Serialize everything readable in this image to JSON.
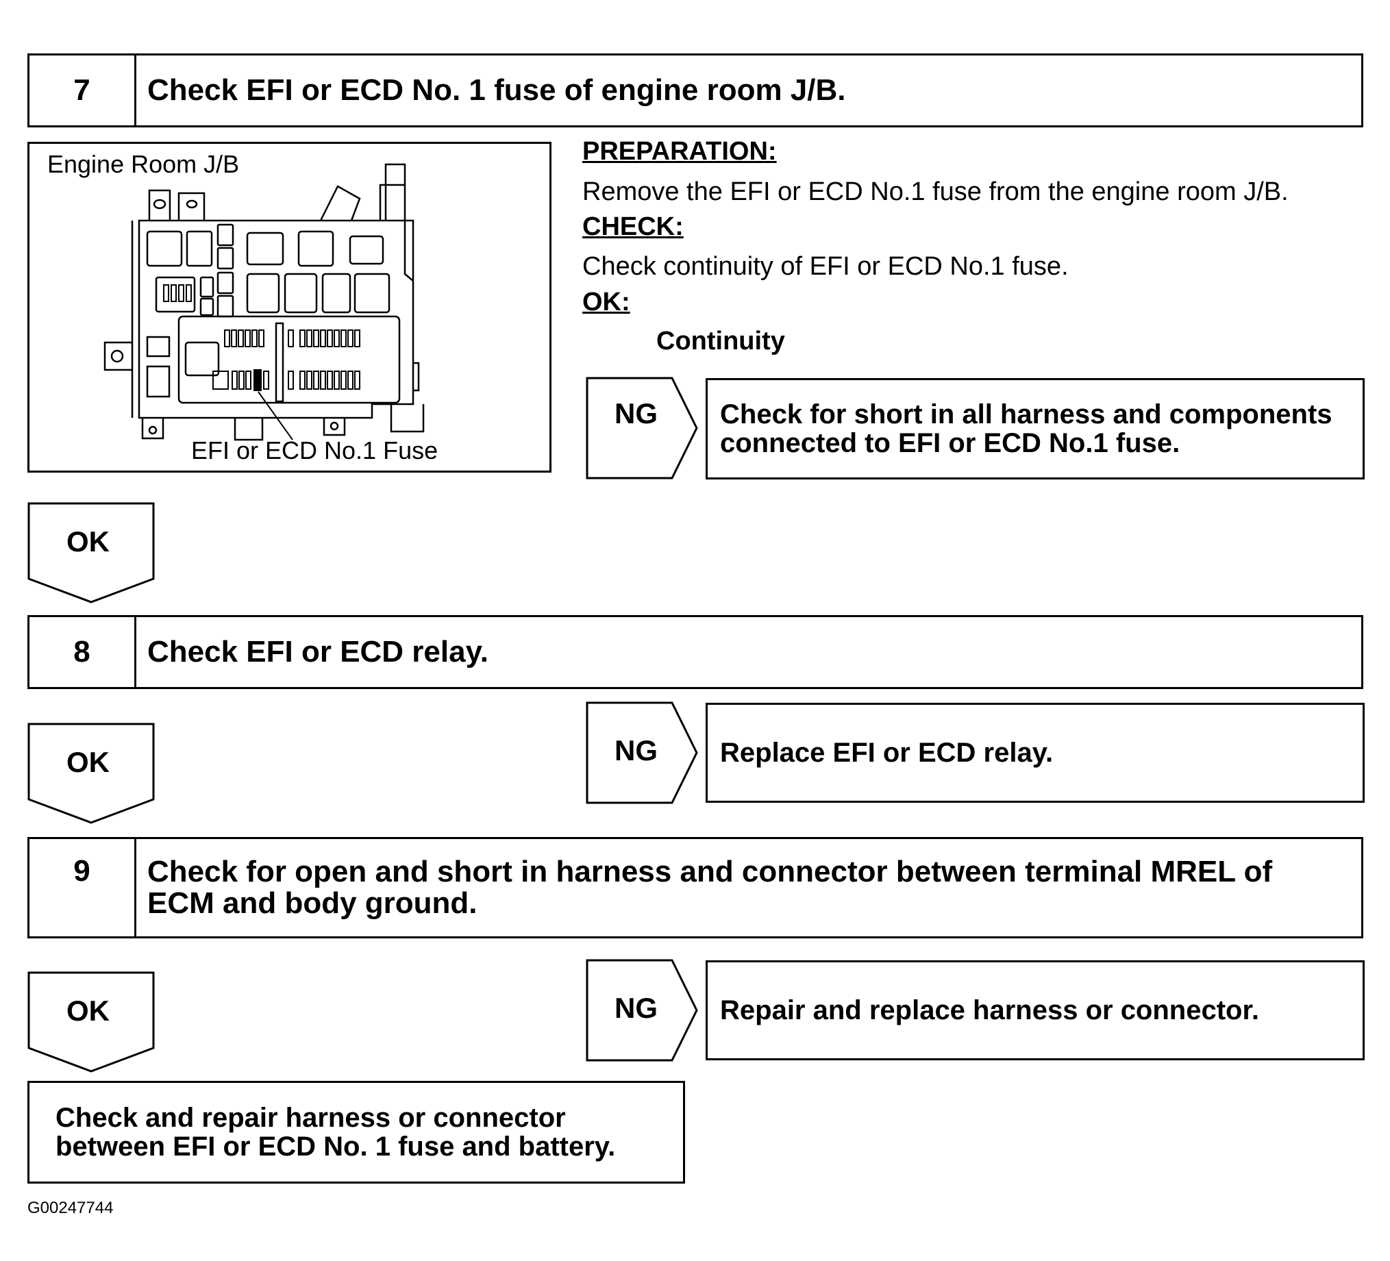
{
  "steps": [
    {
      "number": "7",
      "title": "Check EFI or ECD No. 1 fuse of engine room J/B."
    },
    {
      "number": "8",
      "title": "Check EFI or ECD relay."
    },
    {
      "number": "9",
      "title": "Check for open and short in harness and connector between terminal MREL of ECM and body ground."
    }
  ],
  "figure": {
    "title": "Engine Room J/B",
    "callout": "EFI or ECD No.1 Fuse"
  },
  "step7_detail": {
    "preparation_heading": "PREPARATION:",
    "preparation_text": "Remove the EFI or ECD No.1 fuse from the engine room J/B.",
    "check_heading": "CHECK:",
    "check_text": "Check continuity of EFI or ECD No.1 fuse.",
    "ok_heading": "OK:",
    "ok_value": "Continuity"
  },
  "ng_label": "NG",
  "ok_label": "OK",
  "ng_results": [
    "Check for short in all harness and components connected to EFI or ECD No.1 fuse.",
    "Replace EFI or ECD relay.",
    "Repair and replace harness or connector."
  ],
  "final_result": "Check and repair harness or connector between EFI or ECD No. 1 fuse and battery.",
  "figure_id": "G00247744"
}
